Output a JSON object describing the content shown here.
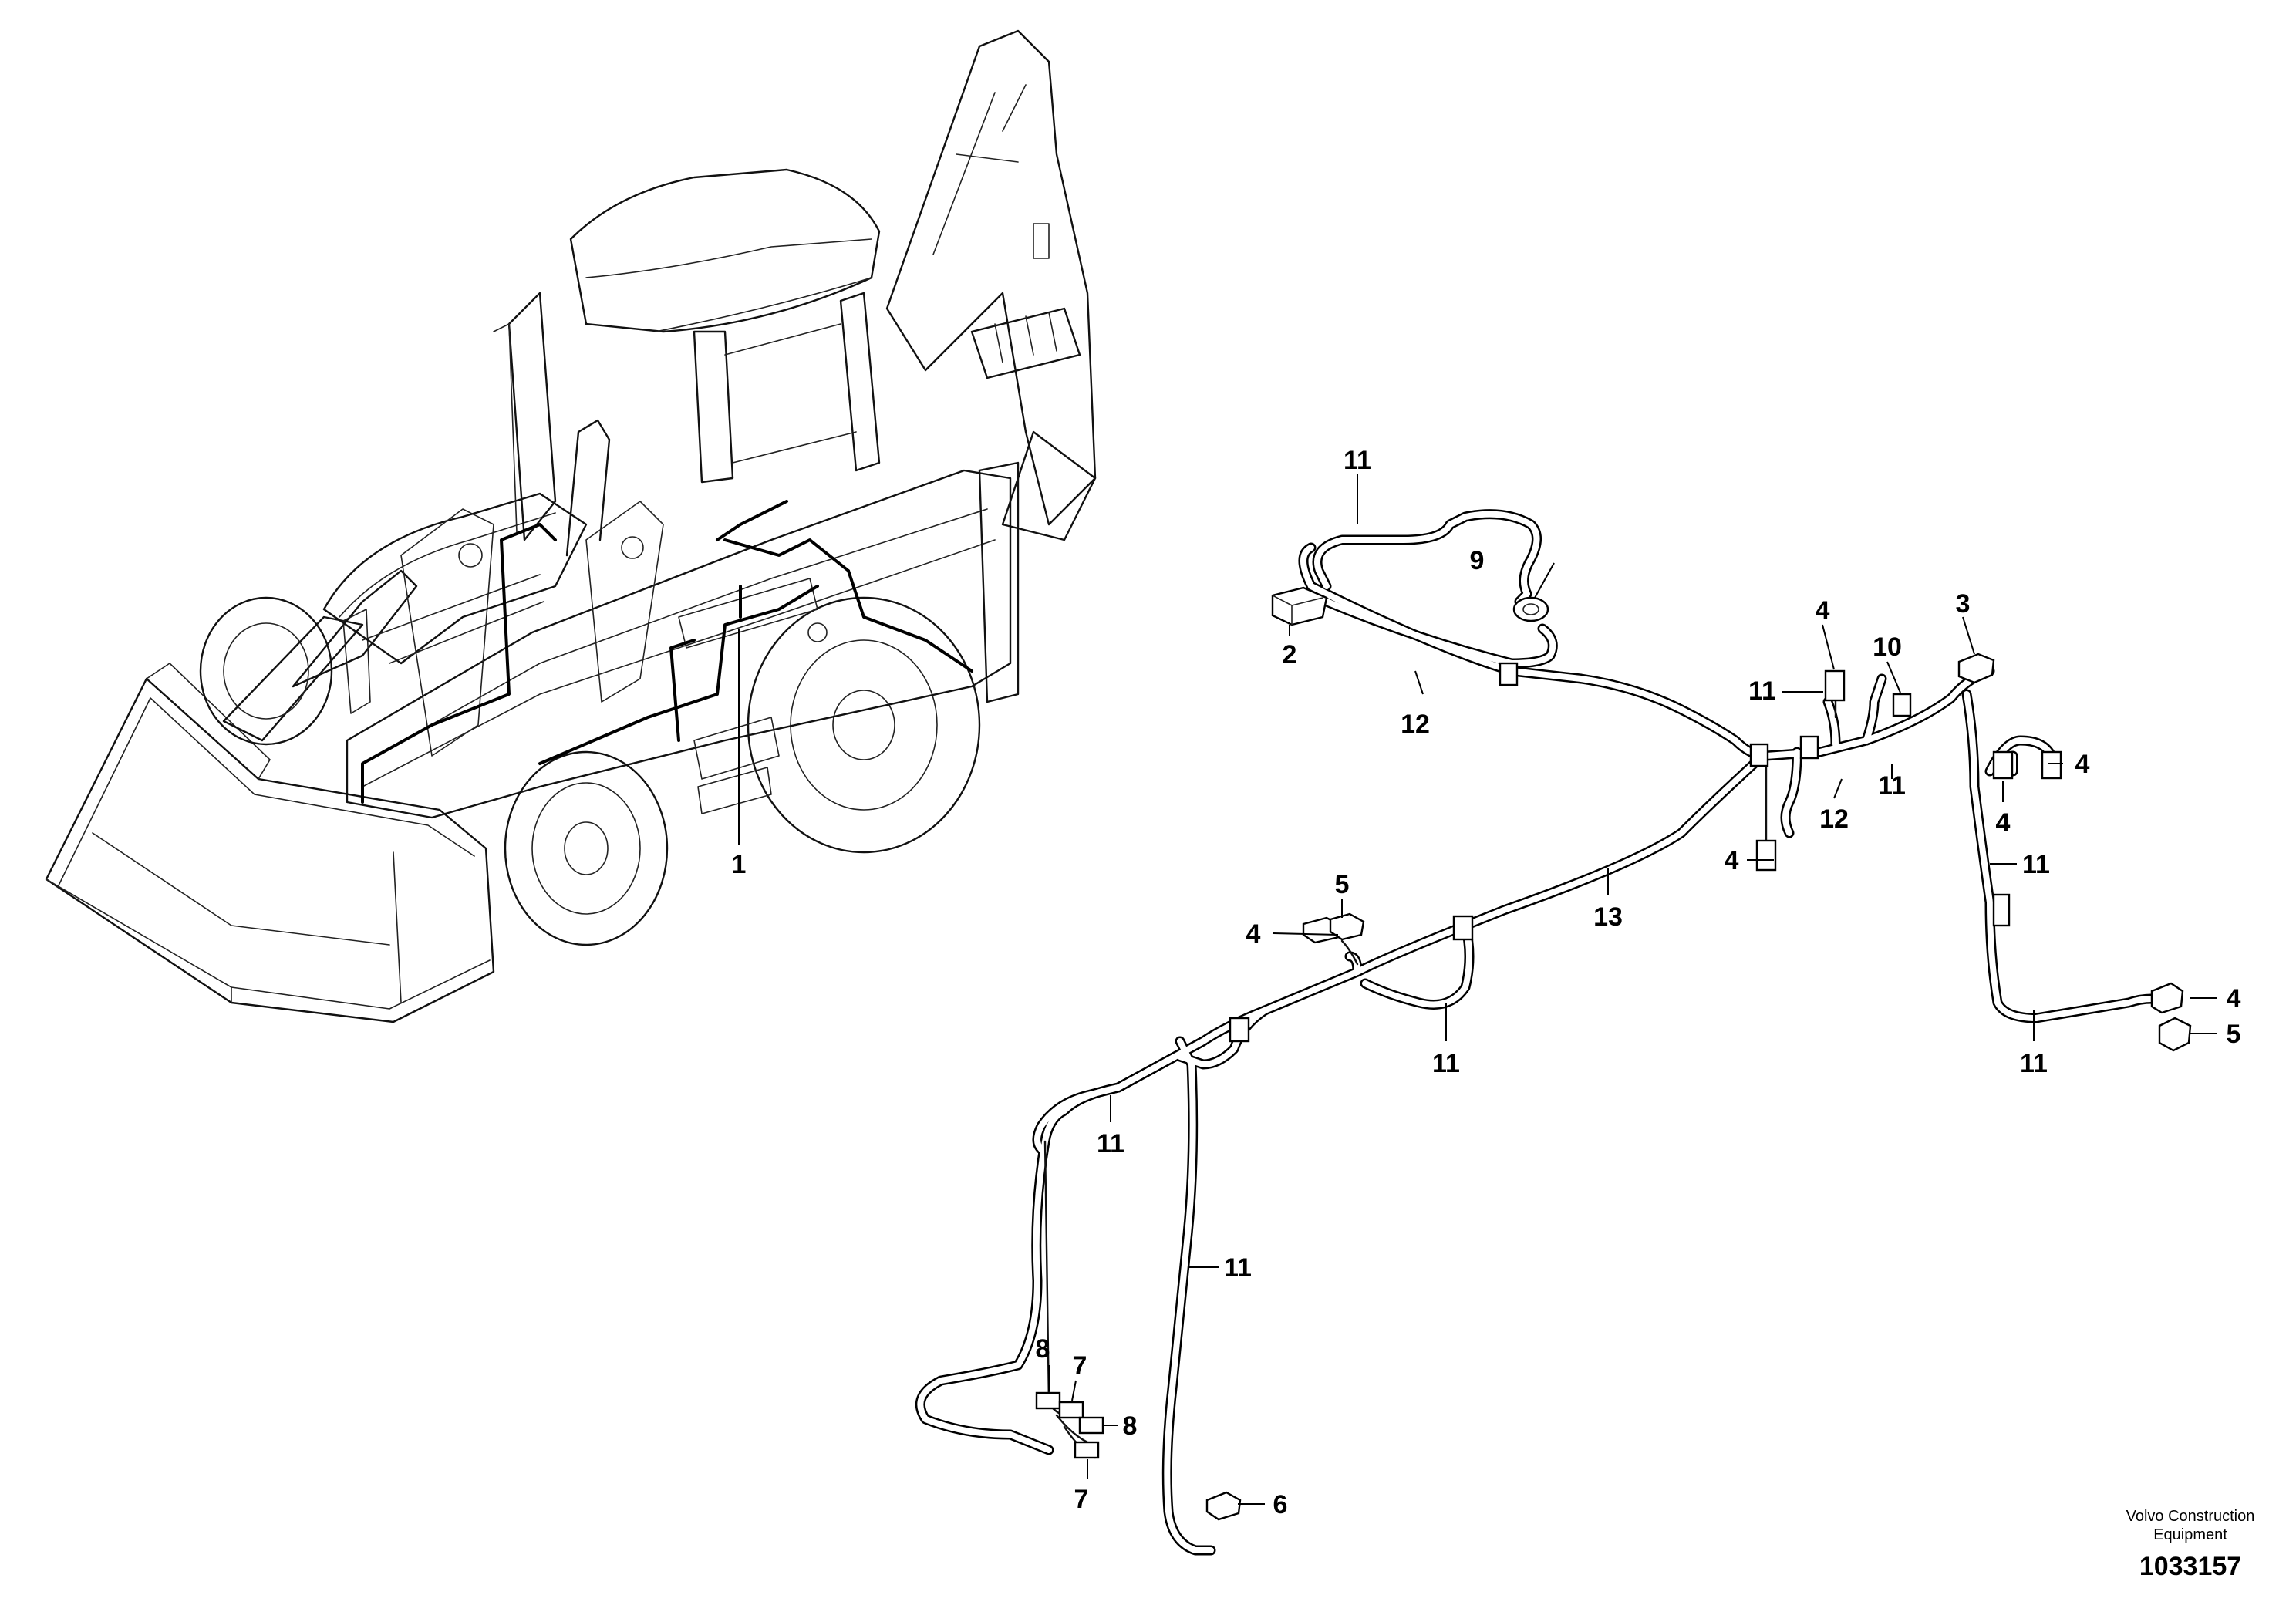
{
  "labels": {
    "harness_main": "1",
    "connector_2": "2",
    "connector_3": "3",
    "connector_4a": "4",
    "connector_4b": "4",
    "connector_4c": "4",
    "connector_4d": "4",
    "connector_4e": "4",
    "connector_4f": "4",
    "connector_5a": "5",
    "connector_5b": "5",
    "connector_6": "6",
    "connector_7a": "7",
    "connector_7b": "7",
    "connector_8a": "8",
    "connector_8b": "8",
    "grommet_9": "9",
    "clip_10": "10",
    "cable_11a": "11",
    "cable_11b": "11",
    "cable_11c": "11",
    "cable_11d": "11",
    "cable_11e": "11",
    "cable_11f": "11",
    "cable_11g": "11",
    "cable_11h": "11",
    "sleeve_12a": "12",
    "sleeve_12b": "12",
    "harness_13": "13"
  },
  "footer": {
    "brand_line1": "Volvo Construction",
    "brand_line2": "Equipment",
    "drawing_number": "1033157"
  }
}
